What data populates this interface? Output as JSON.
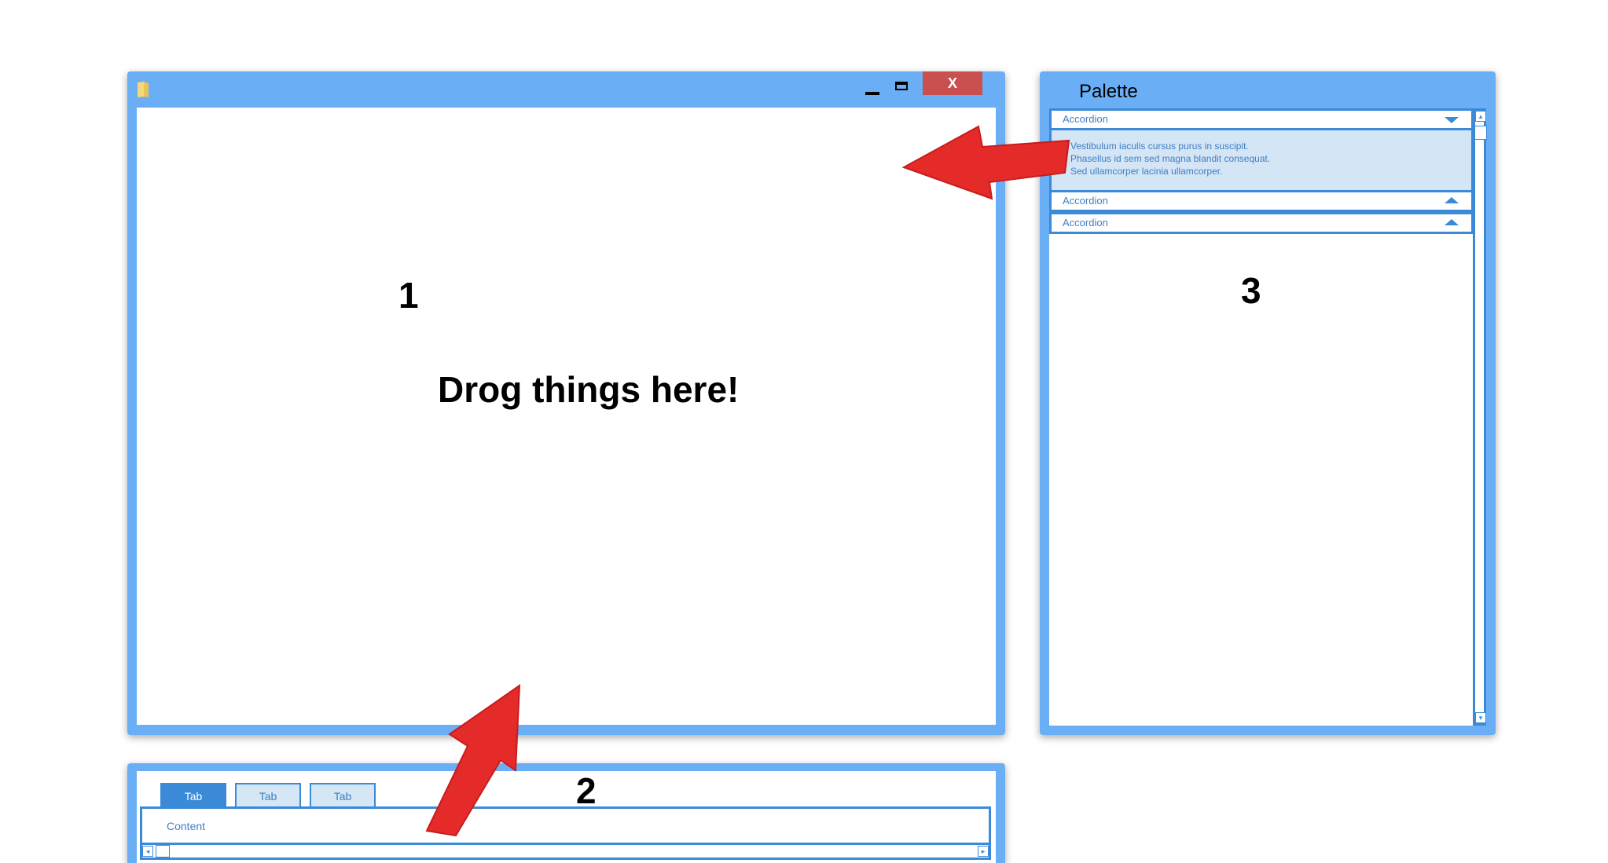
{
  "main_window": {
    "close_label": "X",
    "marker": "1",
    "drop_hint": "Drog things here!"
  },
  "tab_window": {
    "marker": "2",
    "tabs": [
      {
        "label": "Tab",
        "active": true
      },
      {
        "label": "Tab",
        "active": false
      },
      {
        "label": "Tab",
        "active": false
      }
    ],
    "content_label": "Content"
  },
  "palette": {
    "title": "Palette",
    "marker": "3",
    "accordions": [
      {
        "label": "Accordion",
        "expanded": true
      },
      {
        "label": "Accordion",
        "expanded": false
      },
      {
        "label": "Accordion",
        "expanded": false
      }
    ],
    "panel_lines": [
      "Vestibulum iaculis cursus purus in suscipit.",
      "Phasellus id sem sed magna blandit consequat.",
      "Sed ullamcorper lacinia ullamcorper."
    ]
  },
  "colors": {
    "window_frame": "#6aaef5",
    "accent": "#3a8ad8",
    "close_button": "#c9504f",
    "arrow": "#e52a2a",
    "panel_fill": "#d4e5f5"
  },
  "icons": [
    "folder-icon",
    "minimize-icon",
    "maximize-icon",
    "close-icon",
    "chevron-down-icon",
    "chevron-up-icon",
    "scroll-left-icon",
    "scroll-right-icon",
    "scroll-up-icon",
    "scroll-down-icon"
  ]
}
